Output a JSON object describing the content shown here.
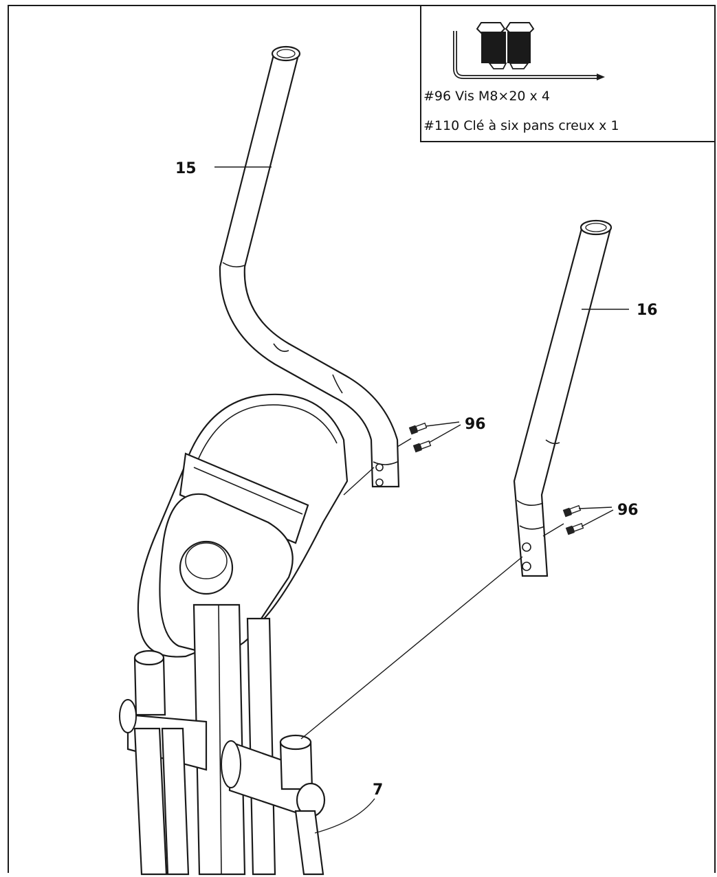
{
  "hardware_box": {
    "line_1": "#96 Vis M8×20   x 4",
    "line_2": "#110 Clé à six pans creux x 1"
  },
  "callouts": {
    "part_15": "15",
    "part_16": "16",
    "part_7": "7",
    "bolt_upper": "96",
    "bolt_lower": "96"
  },
  "icons": {
    "hardware": [
      "hex-key-icon",
      "bolt-icon"
    ]
  }
}
